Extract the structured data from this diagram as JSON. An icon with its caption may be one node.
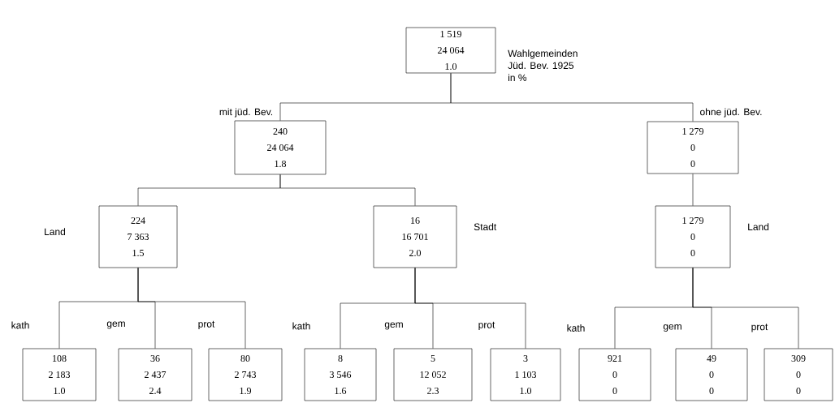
{
  "diagram": {
    "nodes": [
      {
        "text": [
          "1 519",
          "24 064",
          "1.0"
        ],
        "beside": [
          "Wahlgemeinden",
          "Jüd. Bev. 1925",
          "in %"
        ]
      },
      {
        "text": [
          "240",
          "24 064",
          "1.8"
        ]
      },
      {
        "text": [
          "1 279",
          "0",
          "0"
        ]
      },
      {
        "text": [
          "224",
          "7 363",
          "1.5"
        ],
        "beside": [
          "Land"
        ]
      },
      {
        "text": [
          "16",
          "16 701",
          "2.0"
        ],
        "beside": [
          "Stadt"
        ]
      },
      {
        "text": [
          "1 279",
          "0",
          "0"
        ],
        "beside": [
          "Land"
        ]
      },
      {
        "text": [
          "108",
          "2 183",
          "1.0"
        ]
      },
      {
        "text": [
          "36",
          "2 437",
          "2.4"
        ]
      },
      {
        "text": [
          "80",
          "2 743",
          "1.9"
        ]
      },
      {
        "text": [
          "8",
          "3 546",
          "1.6"
        ]
      },
      {
        "text": [
          "5",
          "12 052",
          "2.3"
        ]
      },
      {
        "text": [
          "3",
          "1 103",
          "1.0"
        ]
      },
      {
        "text": [
          "921",
          "0",
          "0"
        ]
      },
      {
        "text": [
          "49",
          "0",
          "0"
        ]
      },
      {
        "text": [
          "309",
          "0",
          "0"
        ]
      }
    ],
    "edges": [
      {
        "from": 0,
        "to": 1,
        "arrow": "none",
        "label": "mit jüd. Bev."
      },
      {
        "from": 0,
        "to": 2,
        "arrow": "none",
        "label": "ohne jüd. Bev."
      },
      {
        "from": 1,
        "to": 3,
        "arrow": "none"
      },
      {
        "from": 1,
        "to": 4,
        "arrow": "none"
      },
      {
        "from": 2,
        "to": 5,
        "arrow": "none"
      },
      {
        "from": 3,
        "to": 6,
        "arrow": "none",
        "label": "kath"
      },
      {
        "from": 3,
        "to": 7,
        "arrow": "none",
        "label": "gem"
      },
      {
        "from": 3,
        "to": 8,
        "arrow": "none",
        "label": "prot"
      },
      {
        "from": 4,
        "to": 9,
        "arrow": "none",
        "label": "kath"
      },
      {
        "from": 4,
        "to": 10,
        "arrow": "none",
        "label": "gem"
      },
      {
        "from": 4,
        "to": 11,
        "arrow": "none",
        "label": "prot"
      },
      {
        "from": 5,
        "to": 12,
        "arrow": "none",
        "label": "kath"
      },
      {
        "from": 5,
        "to": 13,
        "arrow": "none",
        "label": "gem"
      },
      {
        "from": 5,
        "to": 14,
        "arrow": "none",
        "label": "prot"
      }
    ]
  }
}
